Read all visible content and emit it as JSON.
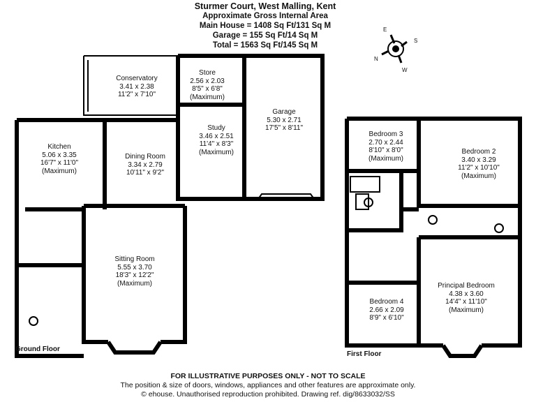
{
  "header": {
    "title": "Sturmer Court, West Malling, Kent",
    "subtitle": "Approximate Gross Internal Area",
    "main_house": "Main House = 1408 Sq Ft/131 Sq M",
    "garage": "Garage = 155 Sq Ft/14 Sq M",
    "total": "Total = 1563 Sq Ft/145 Sq M"
  },
  "compass": {
    "n": "N",
    "e": "E",
    "s": "S",
    "w": "W"
  },
  "ground_floor": {
    "label": "Ground Floor",
    "rooms": {
      "conservatory": {
        "name": "Conservatory",
        "metric": "3.41 x 2.38",
        "imperial": "11'2\" x 7'10\""
      },
      "store": {
        "name": "Store",
        "metric": "2.56 x 2.03",
        "imperial": "8'5\" x 6'8\"",
        "note": "(Maximum)"
      },
      "garage": {
        "name": "Garage",
        "metric": "5.30 x 2.71",
        "imperial": "17'5\" x 8'11\""
      },
      "study": {
        "name": "Study",
        "metric": "3.46 x 2.51",
        "imperial": "11'4\" x 8'3\"",
        "note": "(Maximum)"
      },
      "kitchen": {
        "name": "Kitchen",
        "metric": "5.06 x 3.35",
        "imperial": "16'7\" x 11'0\"",
        "note": "(Maximum)"
      },
      "dining": {
        "name": "Dining Room",
        "metric": "3.34 x 2.79",
        "imperial": "10'11\" x 9'2\""
      },
      "sitting": {
        "name": "Sitting Room",
        "metric": "5.55 x 3.70",
        "imperial": "18'3\" x 12'2\"",
        "note": "(Maximum)"
      }
    }
  },
  "first_floor": {
    "label": "First Floor",
    "rooms": {
      "bedroom3": {
        "name": "Bedroom 3",
        "metric": "2.70 x 2.44",
        "imperial": "8'10\" x 8'0\"",
        "note": "(Maximum)"
      },
      "bedroom2": {
        "name": "Bedroom 2",
        "metric": "3.40 x 3.29",
        "imperial": "11'2\" x 10'10\"",
        "note": "(Maximum)"
      },
      "bedroom4": {
        "name": "Bedroom 4",
        "metric": "2.66 x 2.09",
        "imperial": "8'9\" x 6'10\""
      },
      "principal": {
        "name": "Principal Bedroom",
        "metric": "4.38 x 3.60",
        "imperial": "14'4\" x 11'10\"",
        "note": "(Maximum)"
      }
    }
  },
  "footer": {
    "disclaimer": "FOR ILLUSTRATIVE PURPOSES ONLY - NOT TO SCALE",
    "note": "The position & size of doors, windows, appliances and other features are approximate only.",
    "copyright": "© ehouse. Unauthorised reproduction prohibited. Drawing ref. dig/8633032/SS"
  }
}
